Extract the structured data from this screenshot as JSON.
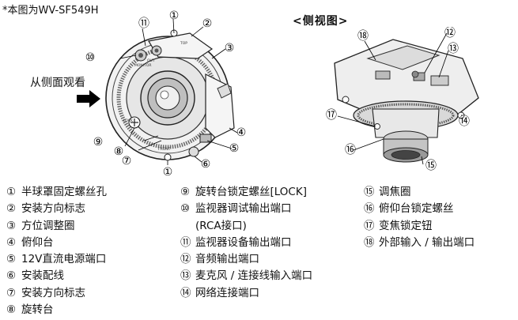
{
  "note": "*本图为WV-SF549H",
  "side_title": "<侧视图>",
  "view_label": "从侧面观看",
  "legend": [
    {
      "num": "①",
      "text": "半球罩固定螺丝孔"
    },
    {
      "num": "②",
      "text": "安装方向标志"
    },
    {
      "num": "③",
      "text": "方位调整圈"
    },
    {
      "num": "④",
      "text": "俯仰台"
    },
    {
      "num": "⑤",
      "text": "12V直流电源端口"
    },
    {
      "num": "⑥",
      "text": "安装配线"
    },
    {
      "num": "⑦",
      "text": "安装方向标志"
    },
    {
      "num": "⑧",
      "text": "旋转台"
    },
    {
      "num": "⑨",
      "text": "旋转台锁定螺丝[LOCK]"
    },
    {
      "num": "⑩",
      "text": "监视器调试输出端口",
      "text2": "(RCA接口)"
    },
    {
      "num": "⑪",
      "text": "监视器设备输出端口"
    },
    {
      "num": "⑫",
      "text": "音频输出端口"
    },
    {
      "num": "⑬",
      "text": "麦克风 / 连接线输入端口"
    },
    {
      "num": "⑭",
      "text": "网络连接端口"
    },
    {
      "num": "⑮",
      "text": "调焦圈"
    },
    {
      "num": "⑯",
      "text": "俯仰台锁定螺丝"
    },
    {
      "num": "⑰",
      "text": "变焦锁定钮"
    },
    {
      "num": "⑱",
      "text": "外部输入 / 输出端口"
    }
  ],
  "callouts_left": [
    "①",
    "②",
    "③",
    "④",
    "⑤",
    "⑥",
    "⑦",
    "⑧",
    "⑨",
    "⑩",
    "⑪",
    "①"
  ],
  "callouts_right": [
    "⑱",
    "⑫",
    "⑬",
    "⑭",
    "⑮",
    "⑯",
    "⑰"
  ],
  "device_markings": {
    "monitor": "MONITOR",
    "out": "OUT",
    "lock": "LOCK",
    "front": "FRONT",
    "top": "TOP"
  }
}
